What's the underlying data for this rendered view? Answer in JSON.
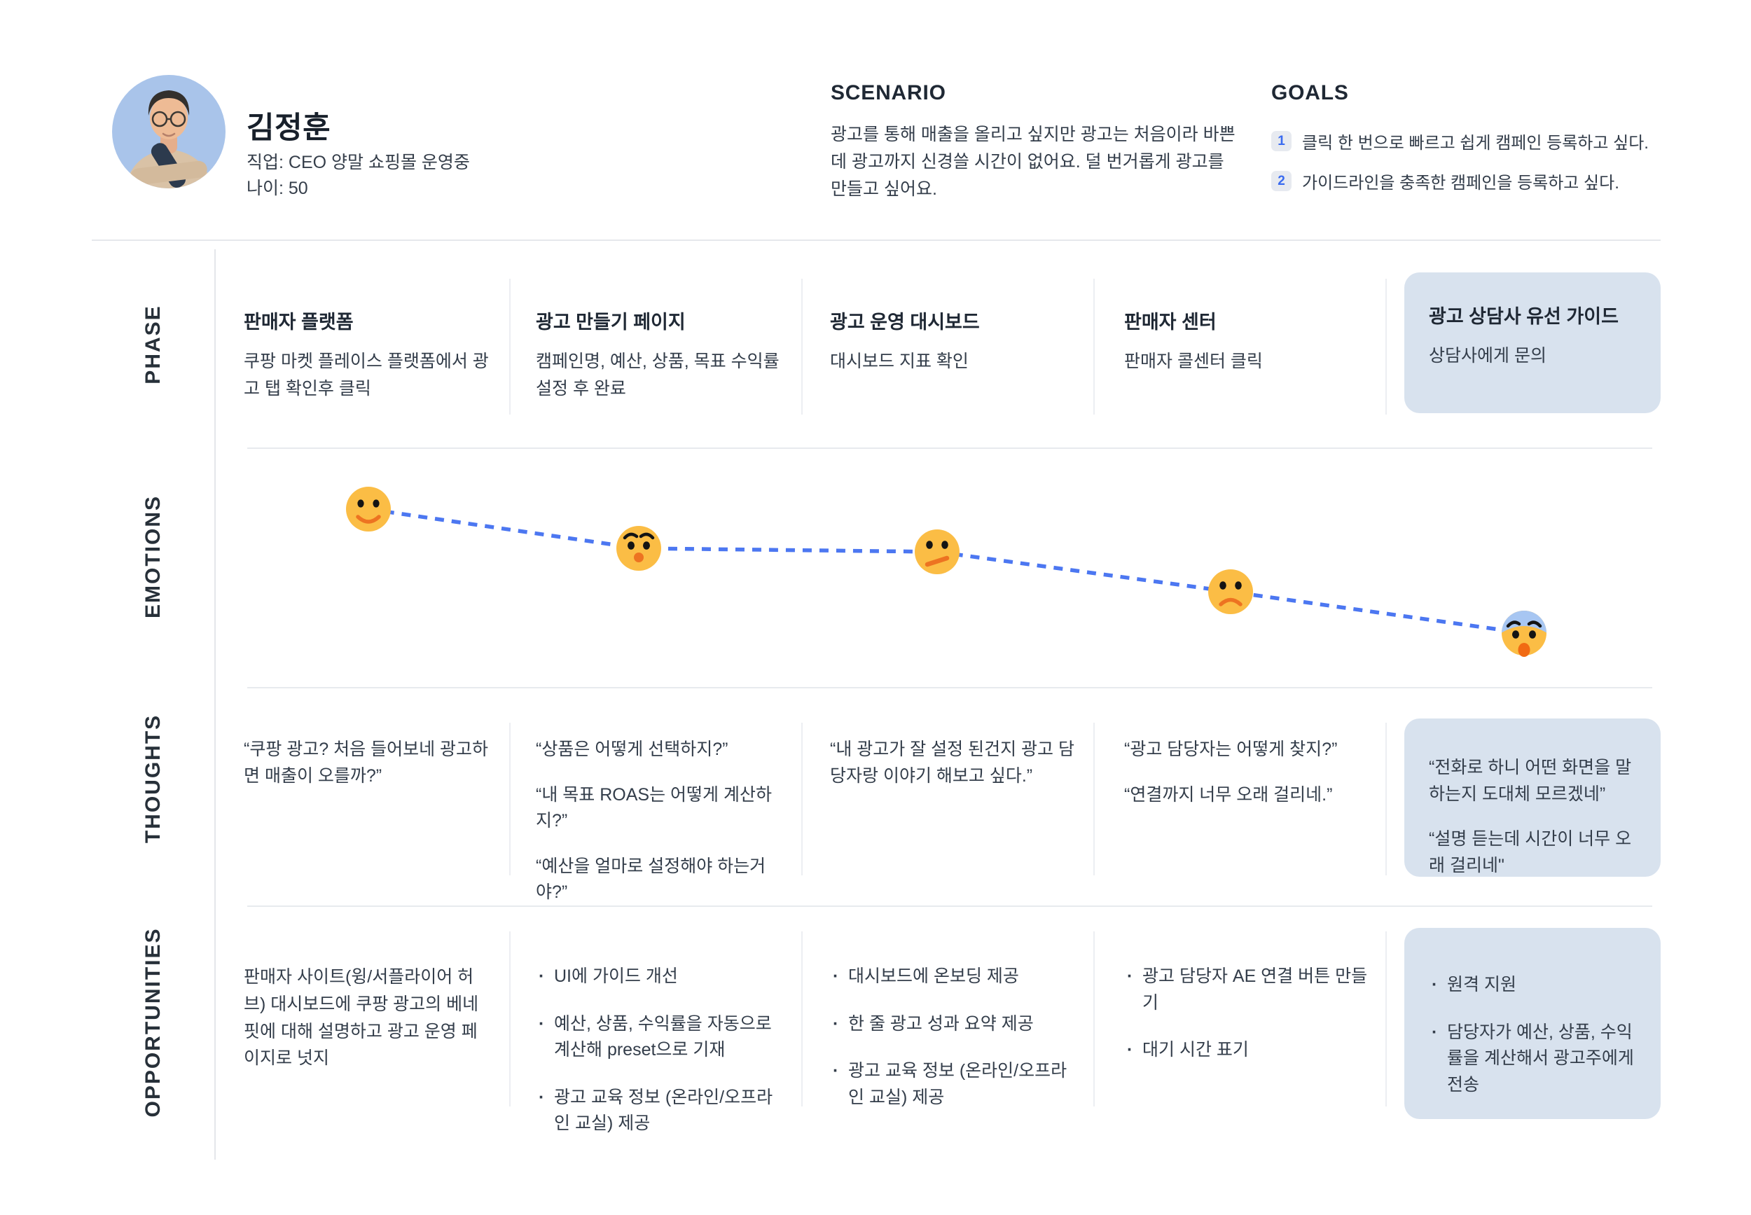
{
  "persona": {
    "name": "김정훈",
    "job": "직업: CEO 양말 쇼핑몰 운영중",
    "age": "나이: 50"
  },
  "scenario": {
    "title": "SCENARIO",
    "body": "광고를 통해 매출을 올리고 싶지만 광고는 처음이라 바쁜데 광고까지 신경쓸 시간이 없어요. 덜 번거롭게 광고를 만들고 싶어요."
  },
  "goals": {
    "title": "GOALS",
    "items": [
      {
        "num": "1",
        "text": "클릭 한 번으로 빠르고 쉽게 캠페인 등록하고 싶다."
      },
      {
        "num": "2",
        "text": "가이드라인을 충족한 캠페인을 등록하고 싶다."
      }
    ]
  },
  "row_labels": {
    "phase": "PHASE",
    "emotions": "EMOTIONS",
    "thoughts": "THOUGHTS",
    "opportunities": "OPPORTUNITIES"
  },
  "phases": [
    {
      "title": "판매자 플랫폼",
      "desc": "쿠팡 마켓 플레이스 플랫폼에서 광고 탭 확인후 클릭",
      "highlighted": false
    },
    {
      "title": "광고 만들기 페이지",
      "desc": "캠페인명, 예산, 상품, 목표 수익률 설정 후 완료",
      "highlighted": false
    },
    {
      "title": "광고 운영 대시보드",
      "desc": "대시보드 지표 확인",
      "highlighted": false
    },
    {
      "title": "판매자 센터",
      "desc": "판매자 콜센터 클릭",
      "highlighted": false
    },
    {
      "title": "광고 상담사 유선 가이드",
      "desc": "상담사에게 문의",
      "highlighted": true
    }
  ],
  "emotions": {
    "sequence": [
      "happy",
      "surprised",
      "unsure",
      "sad",
      "fearful"
    ],
    "line_color": "#4C77F1",
    "face_color": "#FBBD45",
    "mouth_color": "#ED7321",
    "fear_cap_color": "#A7C6F2"
  },
  "thoughts": [
    {
      "quotes": [
        "“쿠팡 광고? 처음 들어보네 광고하면 매출이 오를까?”"
      ]
    },
    {
      "quotes": [
        "“상품은 어떻게 선택하지?”",
        "“내 목표 ROAS는 어떻게 계산하지?”",
        "“예산을 얼마로 설정해야 하는거야?”"
      ]
    },
    {
      "quotes": [
        "“내 광고가 잘 설정 된건지 광고 담당자랑 이야기 해보고 싶다.”"
      ]
    },
    {
      "quotes": [
        "“광고 담당자는 어떻게 찾지?”",
        "“연결까지 너무 오래 걸리네.”"
      ]
    },
    {
      "quotes": [
        "“전화로 하니 어떤 화면을 말하는지 도대체 모르겠네”",
        "“설명 듣는데 시간이 너무 오래 걸리네\""
      ]
    }
  ],
  "opportunities": [
    {
      "paragraph": "판매자 사이트(윙/서플라이어 허브) 대시보드에 쿠팡 광고의 베네핏에 대해 설명하고 광고 운영 페이지로 넛지"
    },
    {
      "bullets": [
        "UI에 가이드 개선",
        "예산, 상품, 수익률을 자동으로 계산해 preset으로 기재",
        "광고 교육 정보 (온라인/오프라인 교실) 제공"
      ]
    },
    {
      "bullets": [
        "대시보드에 온보딩 제공",
        "한 줄 광고 성과 요약 제공",
        "광고 교육 정보 (온라인/오프라인 교실) 제공"
      ]
    },
    {
      "bullets": [
        "광고 담당자 AE 연결 버튼 만들기",
        "대기 시간 표기"
      ]
    },
    {
      "bullets": [
        "원격 지원",
        "담당자가 예산, 상품, 수익률을 계산해서 광고주에게 전송"
      ]
    }
  ],
  "colors": {
    "highlight_card": "#D8E2EE",
    "goal_badge_bg": "#E7EAF0",
    "goal_badge_text": "#3A6BF0",
    "heading_ink": "#1F2834",
    "body_ink": "#333D4A",
    "grid_line": "#E7EAEE",
    "avatar_bg": "#A9C4EA"
  }
}
